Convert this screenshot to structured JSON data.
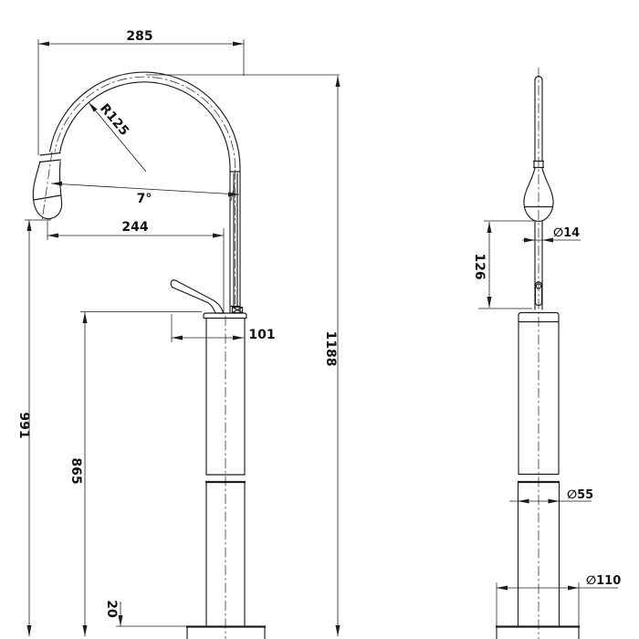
{
  "drawing": {
    "side_view": {
      "overall_width": "285",
      "spout_radius": "R125",
      "spout_angle": "7°",
      "spout_reach": "244",
      "body_depth": "101",
      "overall_height": "1188",
      "outlet_height": "991",
      "body_height": "865",
      "base_thickness": "20"
    },
    "front_view": {
      "handspray_diameter": "∅14",
      "handspray_length": "126",
      "column_diameter": "∅55",
      "base_diameter": "∅110"
    }
  }
}
